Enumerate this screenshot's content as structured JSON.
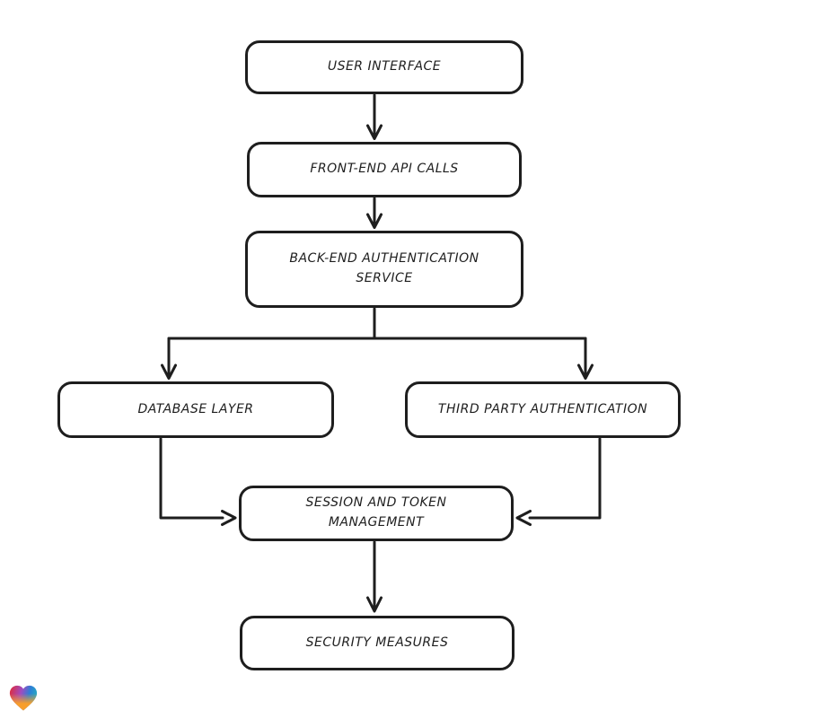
{
  "diagram": {
    "background_color": "#ffffff",
    "stroke_color": "#1e1e1e",
    "nodes": [
      {
        "id": "user-interface",
        "label": "USER INTERFACE"
      },
      {
        "id": "front-end-api-calls",
        "label": "FRONT-END API CALLS"
      },
      {
        "id": "back-end-authentication-service",
        "label": "BACK-END AUTHENTICATION\nSERVICE"
      },
      {
        "id": "database-layer",
        "label": "DATABASE LAYER"
      },
      {
        "id": "third-party-authentication",
        "label": "THIRD PARTY AUTHENTICATION"
      },
      {
        "id": "session-and-token-management",
        "label": "SESSION AND TOKEN\nMANAGEMENT"
      },
      {
        "id": "security-measures",
        "label": "SECURITY MEASURES"
      }
    ],
    "edges": [
      {
        "from": "user-interface",
        "to": "front-end-api-calls"
      },
      {
        "from": "front-end-api-calls",
        "to": "back-end-authentication-service"
      },
      {
        "from": "back-end-authentication-service",
        "to": "database-layer"
      },
      {
        "from": "back-end-authentication-service",
        "to": "third-party-authentication"
      },
      {
        "from": "database-layer",
        "to": "session-and-token-management"
      },
      {
        "from": "third-party-authentication",
        "to": "session-and-token-management"
      },
      {
        "from": "session-and-token-management",
        "to": "security-measures"
      }
    ]
  },
  "logo": {
    "name": "lovable-heart-logo",
    "colors": {
      "red": "#e32a33",
      "purple": "#a24bbf",
      "blue": "#2d7fd6",
      "teal": "#27a5c4",
      "orange": "#f79e2c"
    }
  }
}
